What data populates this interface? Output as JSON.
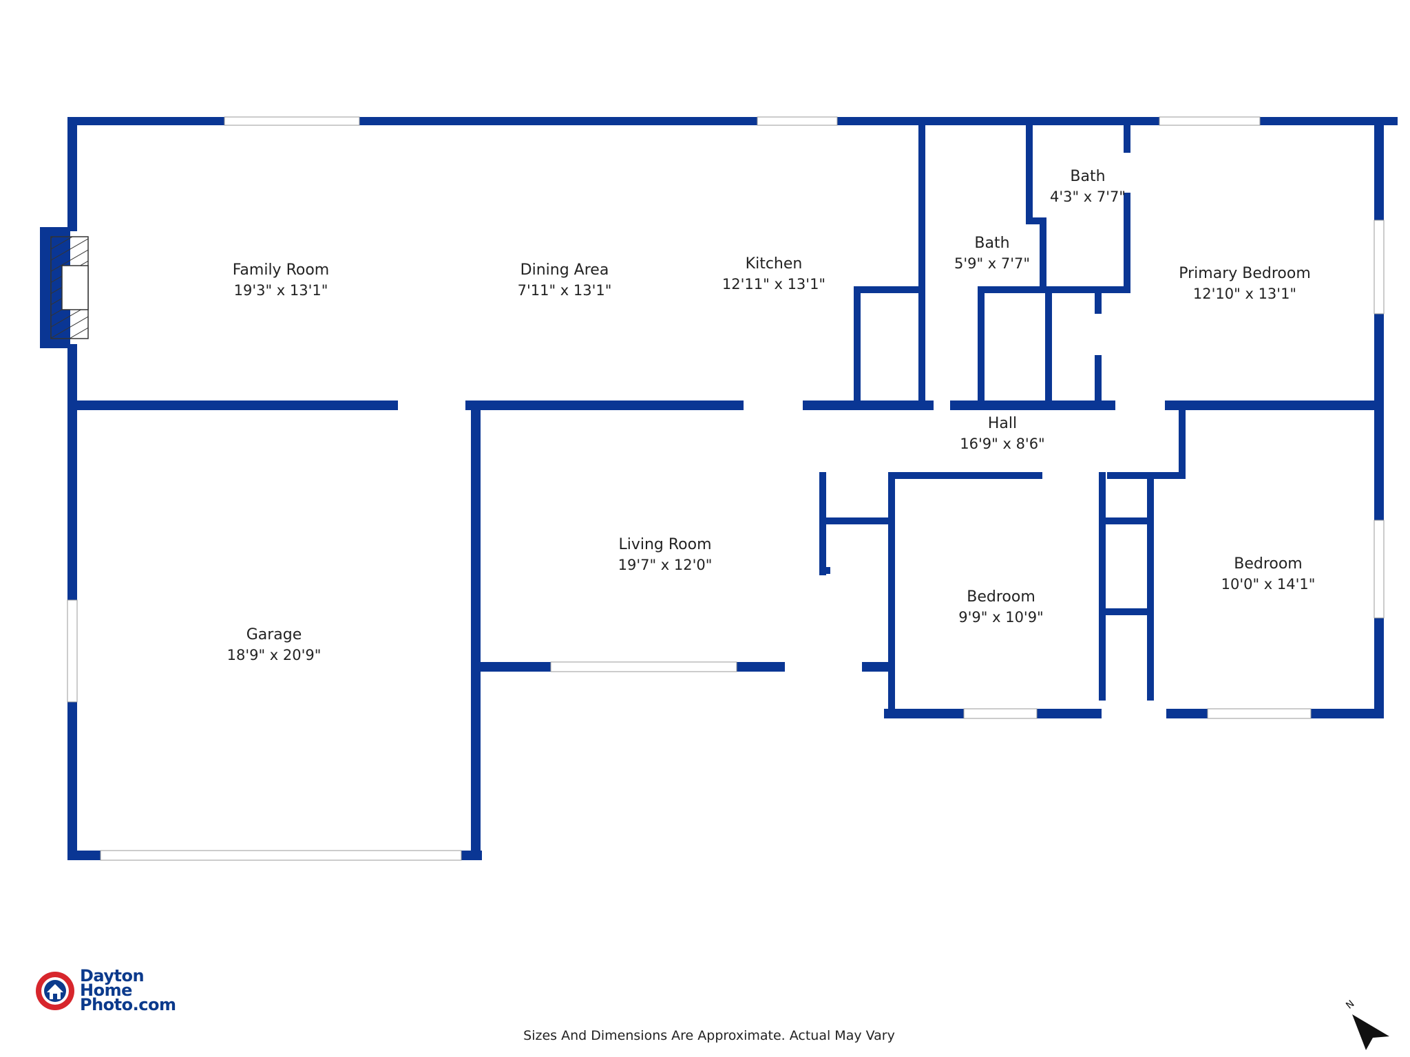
{
  "colors": {
    "wall": "#0a3694",
    "window": "#ffffff",
    "fireplace_hatch": "#333333",
    "logo_red": "#d7262c",
    "logo_blue": "#0b3a8c"
  },
  "rooms": [
    {
      "id": "family-room",
      "name": "Family Room",
      "dims": "19'3\" x 13'1\""
    },
    {
      "id": "dining-area",
      "name": "Dining Area",
      "dims": "7'11\" x 13'1\""
    },
    {
      "id": "kitchen",
      "name": "Kitchen",
      "dims": "12'11\" x 13'1\""
    },
    {
      "id": "bath-1",
      "name": "Bath",
      "dims": "5'9\" x 7'7\""
    },
    {
      "id": "bath-2",
      "name": "Bath",
      "dims": "4'3\" x 7'7\""
    },
    {
      "id": "primary-bedroom",
      "name": "Primary Bedroom",
      "dims": "12'10\" x 13'1\""
    },
    {
      "id": "hall",
      "name": "Hall",
      "dims": "16'9\" x 8'6\""
    },
    {
      "id": "garage",
      "name": "Garage",
      "dims": "18'9\" x 20'9\""
    },
    {
      "id": "living-room",
      "name": "Living Room",
      "dims": "19'7\" x 12'0\""
    },
    {
      "id": "bedroom-1",
      "name": "Bedroom",
      "dims": "9'9\" x 10'9\""
    },
    {
      "id": "bedroom-2",
      "name": "Bedroom",
      "dims": "10'0\" x 14'1\""
    }
  ],
  "logo": {
    "line1": "Dayton",
    "line2": "Home",
    "line3": "Photo.com"
  },
  "footer": {
    "note": "Sizes And Dimensions Are Approximate. Actual May Vary"
  },
  "compass": {
    "label": "N"
  }
}
